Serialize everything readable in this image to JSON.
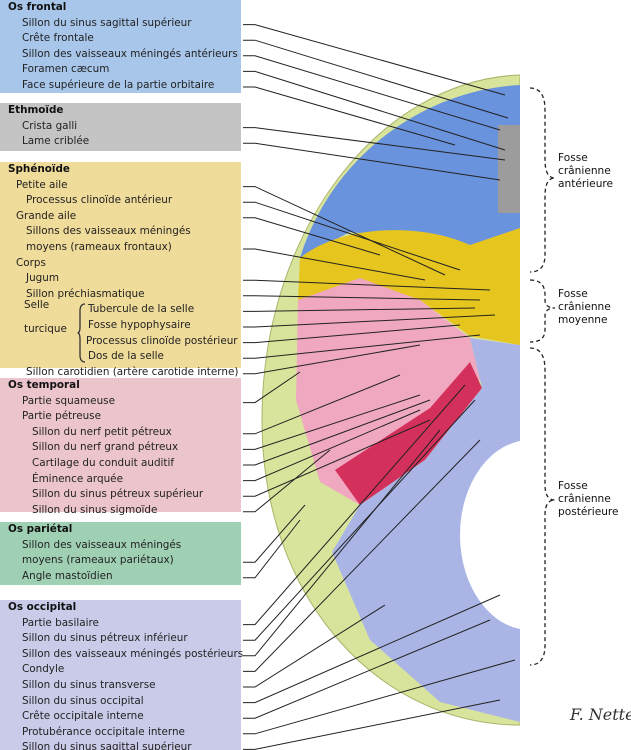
{
  "groups": [
    {
      "title": "Os frontal",
      "color": "#a7c6ea",
      "items": [
        "Sillon du sinus sagittal supérieur",
        "Crête frontale",
        "Sillon des vaisseaux méningés antérieurs",
        "Foramen cæcum",
        "Face supérieure de la partie orbitaire"
      ]
    },
    {
      "title": "Ethmoïde",
      "color": "#c4c4c4",
      "items": [
        "Crista galli",
        "Lame criblée"
      ]
    },
    {
      "title": "Sphénoïde",
      "color": "#f0dc9a",
      "items": [
        "Petite aile",
        "Processus clinoïde antérieur",
        "Grande aile",
        "Sillons des vaisseaux méningés",
        "moyens (rameaux frontaux)",
        "Corps",
        "Jugum",
        "Sillon préchiasmatique",
        "Tubercule de la selle",
        "Fosse hypophysaire",
        "Processus clinoïde postérieur",
        "Dos de la selle",
        "Sillon carotidien (artère carotide interne)"
      ],
      "selle_label_1": "Selle",
      "selle_label_2": "turcique"
    },
    {
      "title": "Os temporal",
      "color": "#ecc5cc",
      "items": [
        "Partie squameuse",
        "Partie pétreuse",
        "Sillon du nerf petit pétreux",
        "Sillon du nerf grand pétreux",
        "Cartilage du conduit auditif",
        "Éminence arquée",
        "Sillon du sinus pétreux supérieur",
        "Sillon du sinus sigmoïde"
      ]
    },
    {
      "title": "Os pariétal",
      "color": "#a0d0b4",
      "items": [
        "Sillon des vaisseaux méningés",
        "moyens (rameaux pariétaux)",
        "Angle mastoïdien"
      ]
    },
    {
      "title": "Os occipital",
      "color": "#c9cbe9",
      "items": [
        "Partie basilaire",
        "Sillon du sinus pétreux inférieur",
        "Sillon des vaisseaux méningés postérieurs",
        "Condyle",
        "Sillon du sinus transverse",
        "Sillon du sinus occipital",
        "Crête occipitale interne",
        "Protubérance occipitale interne",
        "Sillon du sinus sagittal supérieur"
      ]
    }
  ],
  "fosses": [
    {
      "line1": "Fosse",
      "line2": "crânienne",
      "line3": "antérieure"
    },
    {
      "line1": "Fosse",
      "line2": "crânienne",
      "line3": "moyenne"
    },
    {
      "line1": "Fosse",
      "line2": "crânienne",
      "line3": "postérieure"
    }
  ],
  "signature": "F. Netter M.D.",
  "colors": {
    "frontal": "#6a93dd",
    "ethmoid": "#9c9c9c",
    "sphenoid": "#e6c51f",
    "temporal": "#f0a8c0",
    "petrous": "#d4305c",
    "parietal": "#d8e49b",
    "occipital": "#aab5e6"
  }
}
